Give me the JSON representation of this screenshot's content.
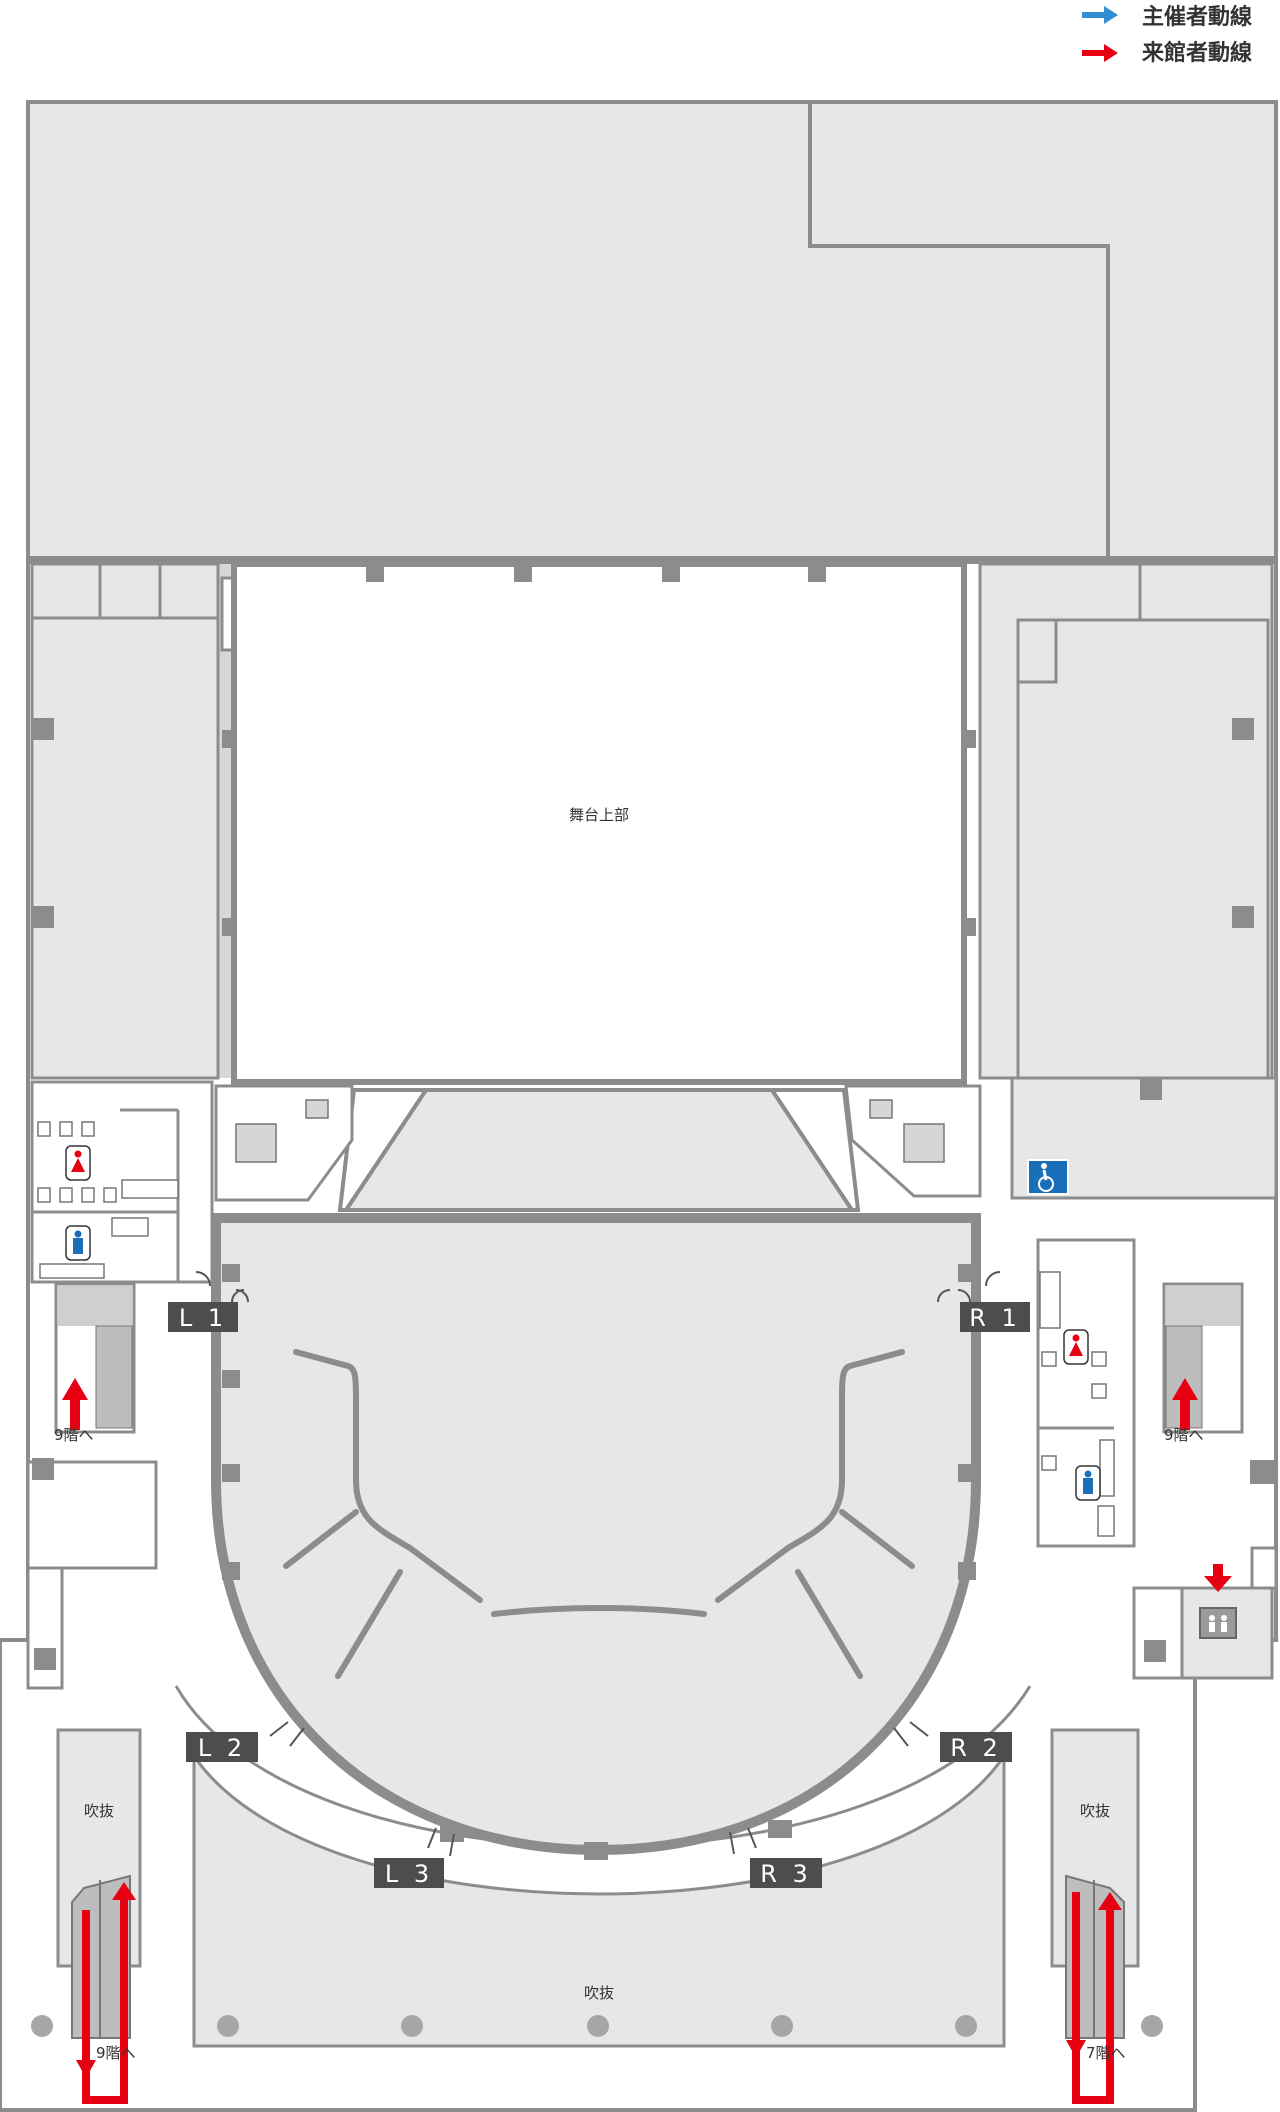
{
  "legend": {
    "organizer_route": "主催者動線",
    "visitor_route": "来館者動線",
    "organizer_color": "#2f8fd0",
    "visitor_color": "#e60012"
  },
  "rooms": {
    "stage_upper": "舞台上部",
    "atrium_left": "吹抜",
    "atrium_right": "吹抜",
    "atrium_bottom": "吹抜"
  },
  "doors": {
    "l1": "L 1",
    "l2": "L 2",
    "l3": "L 3",
    "r1": "R 1",
    "r2": "R 2",
    "r3": "R 3"
  },
  "stair_labels": {
    "left_stair": "9階へ",
    "right_stair": "9階へ",
    "left_escalator": "9階へ",
    "right_escalator": "7階へ"
  },
  "icons": {
    "restroom_female": "female-restroom-icon",
    "restroom_male": "male-restroom-icon",
    "accessible": "wheelchair-icon",
    "elevator": "elevator-icon"
  },
  "colors": {
    "wall": "#8c8c8c",
    "room_fill": "#e6e7e9",
    "badge": "#4d4d4d",
    "accessible_blue": "#1b6fb8"
  }
}
